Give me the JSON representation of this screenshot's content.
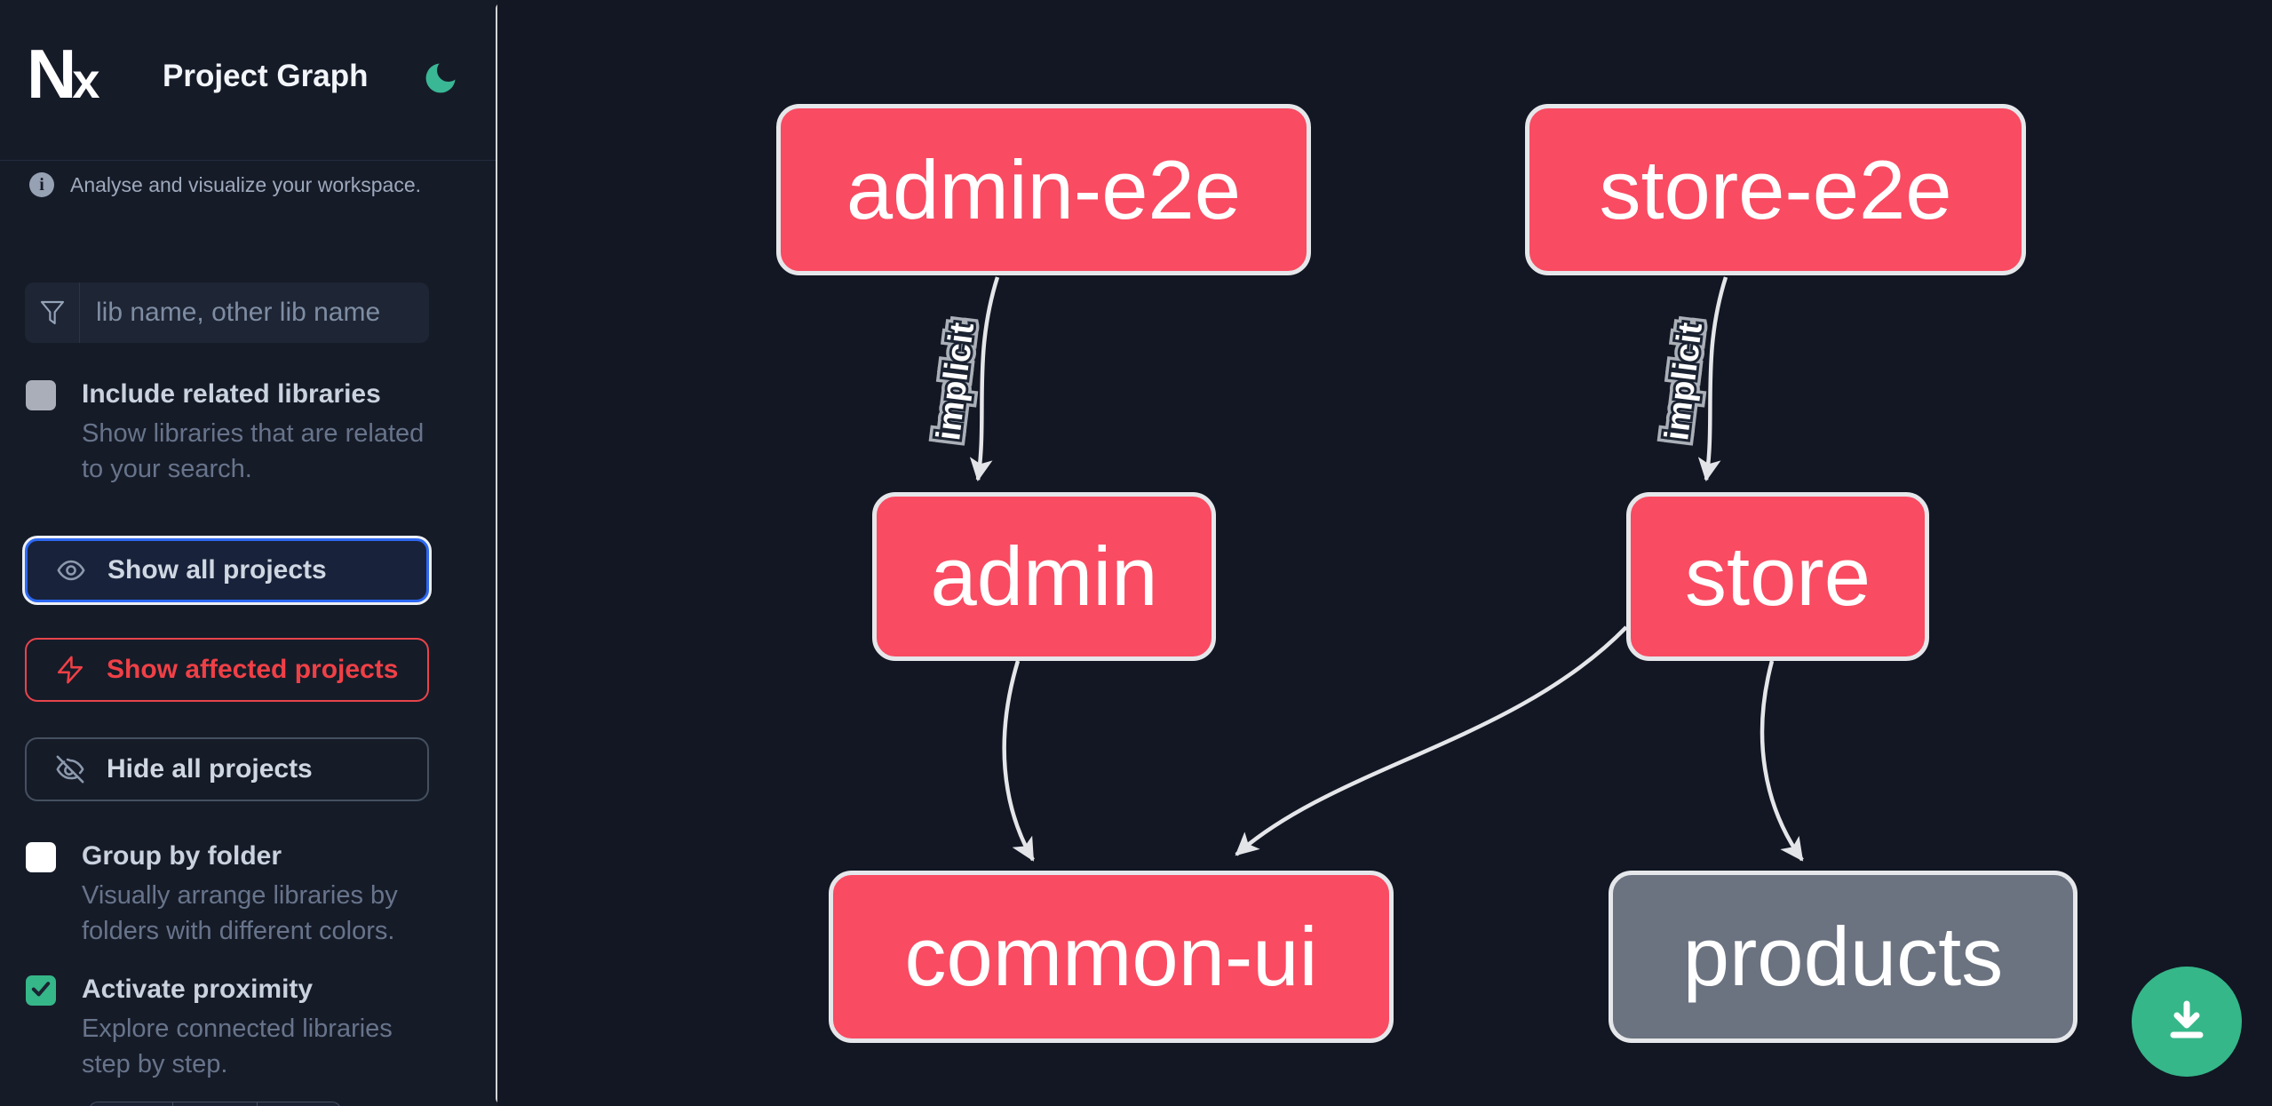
{
  "header": {
    "logo_text": "Nx",
    "logo_text_n": "N",
    "logo_text_x": "x",
    "title": "Project Graph",
    "theme_toggle_icon": "moon"
  },
  "sidebar": {
    "tagline": "Analyse and visualize your workspace.",
    "search_placeholder": "lib name, other lib name",
    "checkboxes": [
      {
        "label": "Include related libraries",
        "description": "Show libraries that are related to your search.",
        "checked": false
      },
      {
        "label": "Group by folder",
        "description": "Visually arrange libraries by folders with different colors.",
        "checked": false
      },
      {
        "label": "Activate proximity",
        "description": "Explore connected libraries step by step.",
        "checked": true
      }
    ],
    "buttons": [
      {
        "label": "Show all projects",
        "icon": "eye-icon",
        "state": "focused"
      },
      {
        "label": "Show affected projects",
        "icon": "zap-icon",
        "state": "affected"
      },
      {
        "label": "Hide all projects",
        "icon": "eye-off-icon",
        "state": "default"
      }
    ]
  },
  "graph": {
    "nodes": [
      {
        "id": "admin-e2e",
        "label": "admin-e2e",
        "color": "pink"
      },
      {
        "id": "store-e2e",
        "label": "store-e2e",
        "color": "pink"
      },
      {
        "id": "admin",
        "label": "admin",
        "color": "pink"
      },
      {
        "id": "store",
        "label": "store",
        "color": "pink"
      },
      {
        "id": "common-ui",
        "label": "common-ui",
        "color": "pink"
      },
      {
        "id": "products",
        "label": "products",
        "color": "gray"
      }
    ],
    "edges": [
      {
        "source": "admin-e2e",
        "target": "admin",
        "label": "implicit"
      },
      {
        "source": "store-e2e",
        "target": "store",
        "label": "implicit"
      },
      {
        "source": "admin",
        "target": "common-ui",
        "label": ""
      },
      {
        "source": "store",
        "target": "common-ui",
        "label": ""
      },
      {
        "source": "store",
        "target": "products",
        "label": ""
      }
    ]
  },
  "fab": {
    "icon": "download"
  },
  "colors": {
    "sidebar_bg": "#161b28",
    "graph_bg": "#121723",
    "node_pink": "#f94b62",
    "node_gray": "#6b7280",
    "node_border": "#e5e7ea",
    "accent_green": "#35b789",
    "alert_red": "#ef4046",
    "focus_blue": "#2d68f2",
    "edge_color": "#e5e6e9"
  }
}
